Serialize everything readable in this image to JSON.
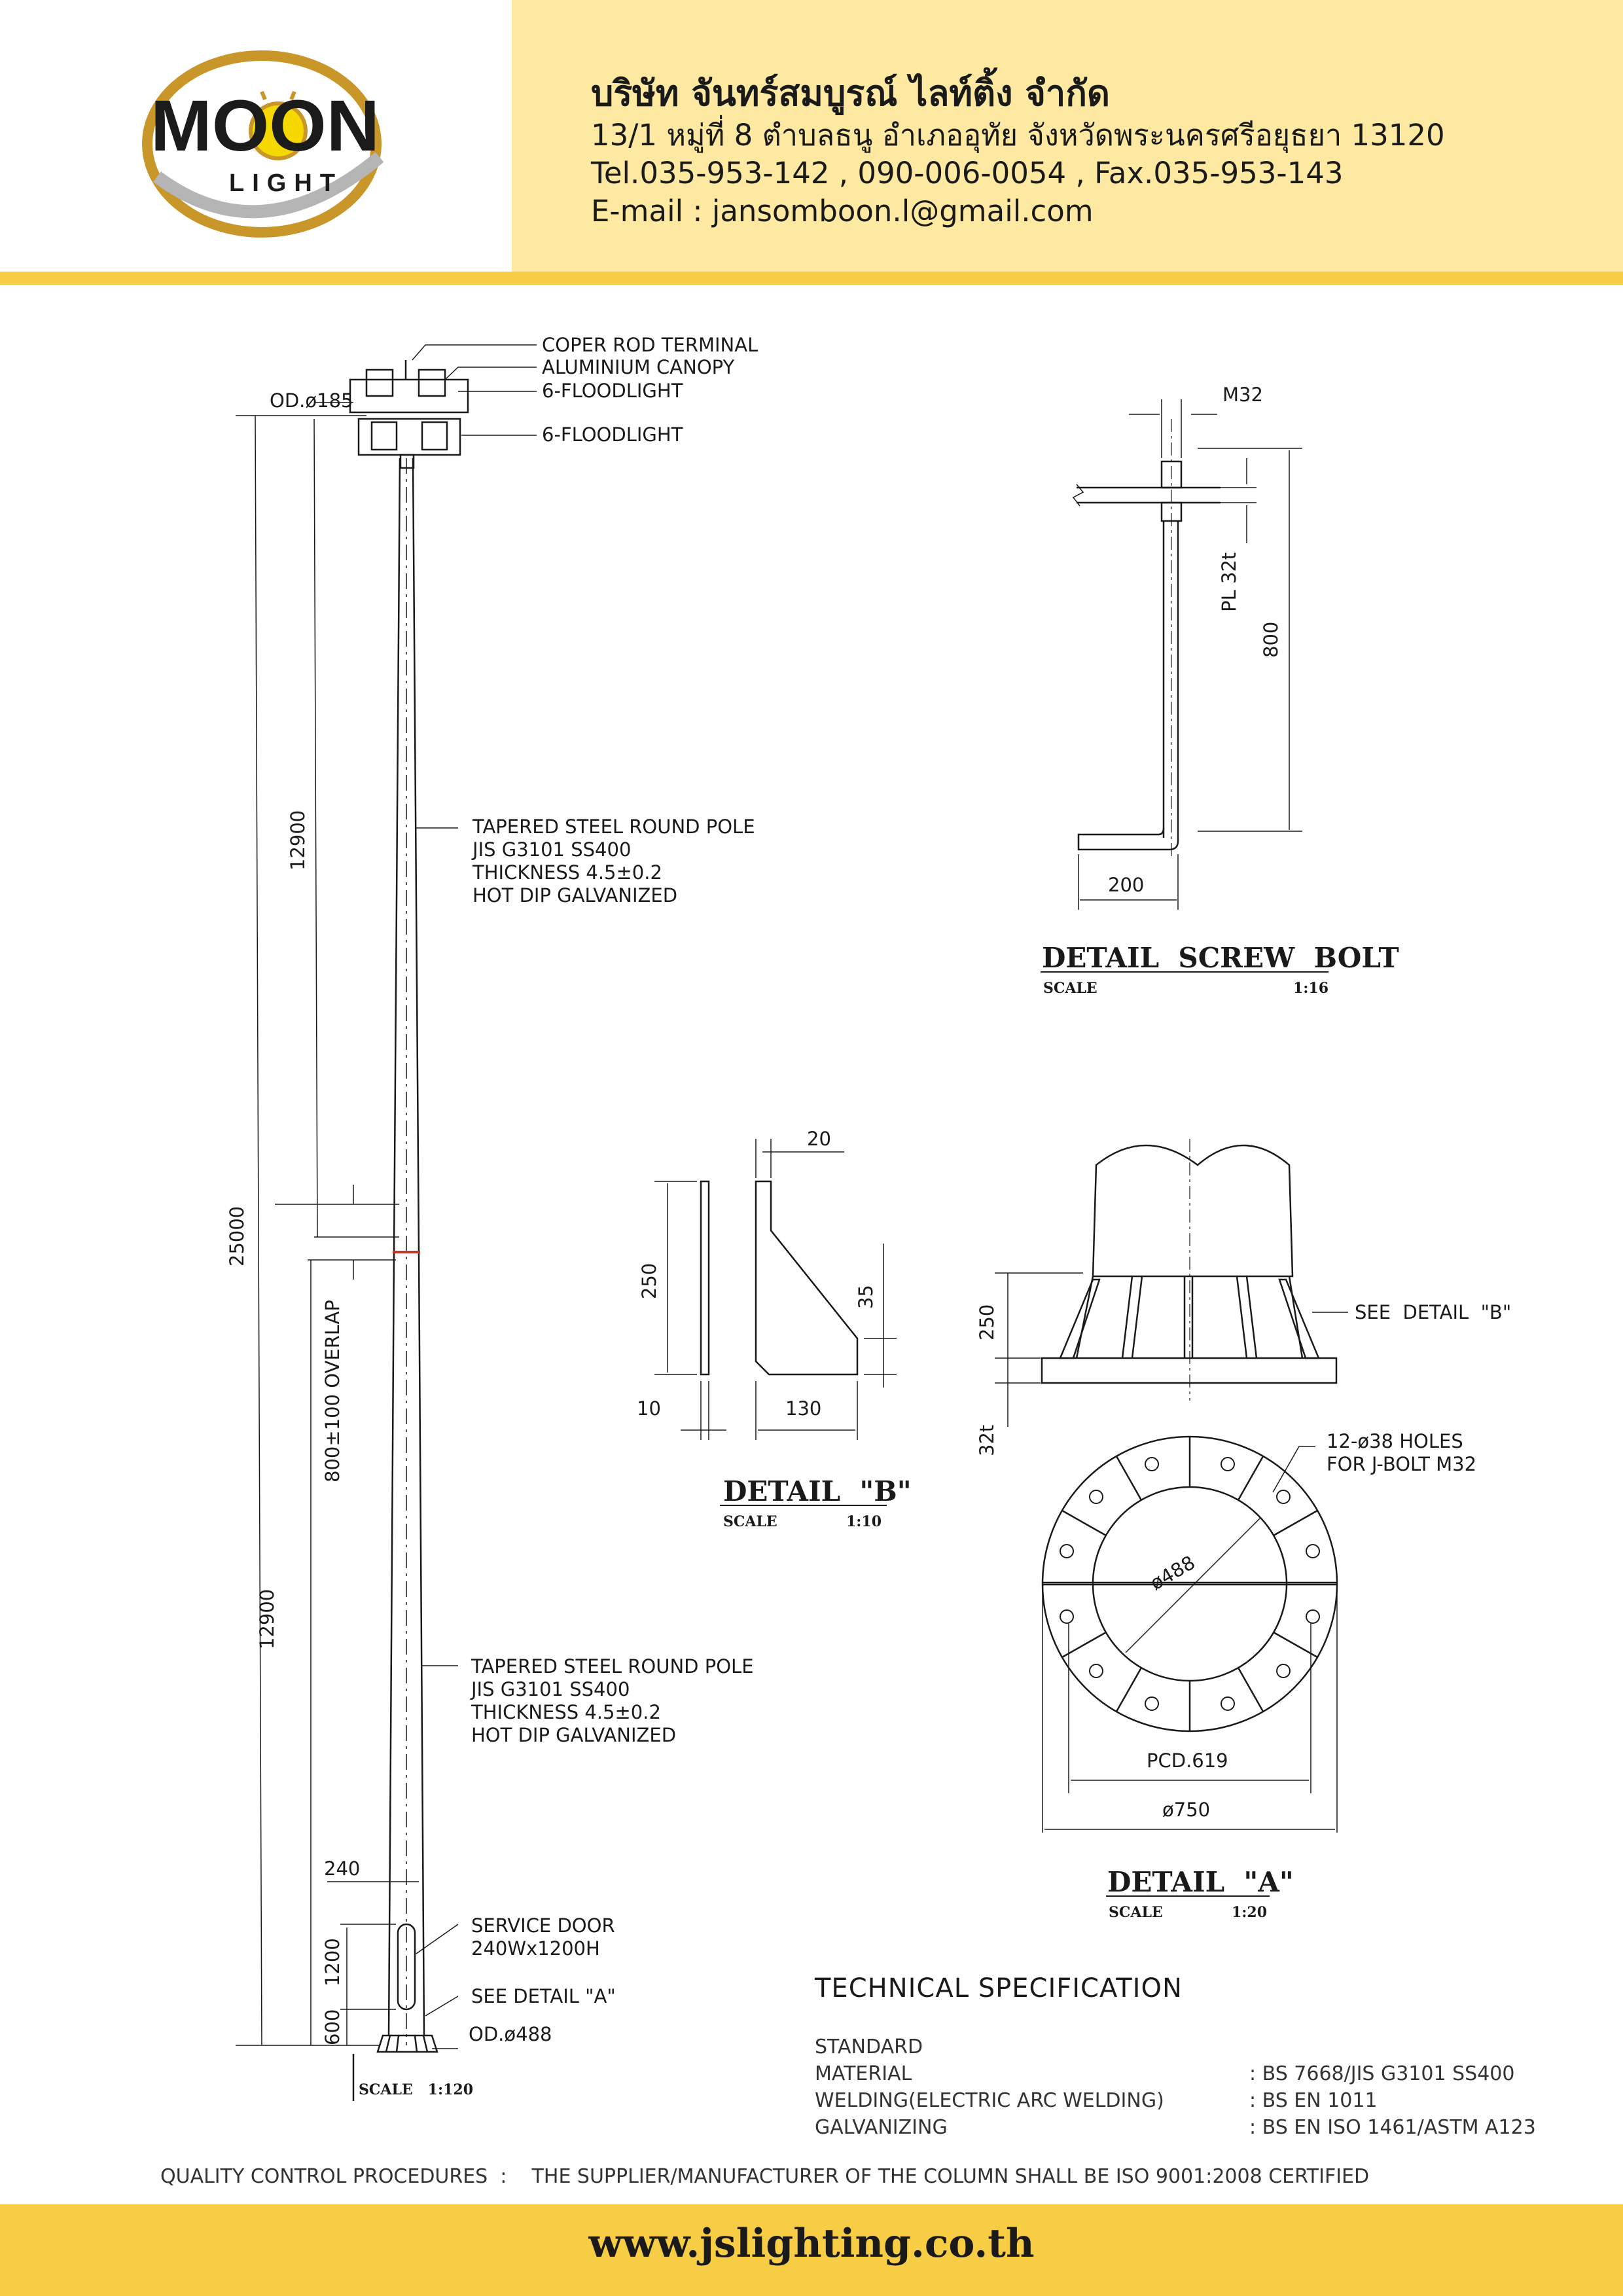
{
  "header": {
    "logo_text": "MOON",
    "logo_subtext": "LIGHT",
    "company_name": "บริษัท จันทร์สมบูรณ์ ไลท์ติ้ง จำกัด",
    "address": "13/1 หมู่ที่ 8 ตำบลธนู อำเภออุทัย จังหวัดพระนครศรีอยุธยา 13120",
    "phone": "Tel.035-953-142 , 090-006-0054 , Fax.035-953-143",
    "email": "E-mail : jansomboon.l@gmail.com",
    "logo_icon": "lightbulb-icon",
    "colors": {
      "header_bg": "#fde9a1",
      "accent": "#f7cd45"
    }
  },
  "pole": {
    "labels": {
      "terminal": "COPER ROD TERMINAL",
      "canopy": "ALUMINIUM CANOPY",
      "floodlight_top": "6-FLOODLIGHT",
      "floodlight_bottom": "6-FLOODLIGHT",
      "od_top": "OD.ø185",
      "od_bottom": "OD.ø488",
      "upper_spec": [
        "TAPERED STEEL ROUND POLE",
        "JIS G3101 SS400",
        "THICKNESS 4.5±0.2",
        "HOT DIP GALVANIZED"
      ],
      "lower_spec": [
        "TAPERED STEEL ROUND POLE",
        "JIS G3101 SS400",
        "THICKNESS 4.5±0.2",
        "HOT DIP GALVANIZED"
      ],
      "service_door": [
        "SERVICE DOOR",
        "240Wx1200H"
      ],
      "see_detail_a": "SEE DETAIL \"A\""
    },
    "dims": {
      "total": "25000",
      "upper": "12900",
      "lower": "12900",
      "overlap": "800±100 OVERLAP",
      "door_width": "240",
      "door_height": "1200",
      "door_base": "600"
    },
    "scale": "SCALE   1:120"
  },
  "detail_screw_bolt": {
    "title": "DETAIL  SCREW  BOLT",
    "scale_label": "SCALE",
    "scale_value": "1:16",
    "dims": {
      "thread": "M32",
      "plate": "PL 32t",
      "length": "800",
      "foot": "200"
    }
  },
  "detail_b": {
    "title": "DETAIL  \"B\"",
    "scale_label": "SCALE",
    "scale_value": "1:10",
    "dims": {
      "top": "20",
      "height": "250",
      "corner": "35",
      "thickness": "10",
      "width": "130"
    }
  },
  "detail_a": {
    "title": "DETAIL  \"A\"",
    "scale_label": "SCALE",
    "scale_value": "1:20",
    "labels": {
      "see_b": "SEE  DETAIL  \"B\"",
      "holes": [
        "12-ø38 HOLES",
        "FOR J-BOLT M32"
      ]
    },
    "dims": {
      "stiffener_height": "250",
      "plate": "32t",
      "inner_dia": "ø488",
      "pcd": "PCD.619",
      "outer_dia": "ø750"
    }
  },
  "spec": {
    "title": "TECHNICAL SPECIFICATION",
    "rows": [
      {
        "label": "STANDARD",
        "value": ""
      },
      {
        "label": "MATERIAL",
        "value": ": BS 7668/JIS G3101 SS400"
      },
      {
        "label": "WELDING(ELECTRIC ARC WELDING)",
        "value": ": BS EN 1011"
      },
      {
        "label": "GALVANIZING",
        "value": ": BS EN ISO 1461/ASTM A123"
      }
    ]
  },
  "quality_control": "QUALITY CONTROL PROCEDURES  :    THE SUPPLIER/MANUFACTURER OF THE COLUMN SHALL BE ISO 9001:2008 CERTIFIED",
  "footer": {
    "website": "www.jslighting.co.th"
  }
}
